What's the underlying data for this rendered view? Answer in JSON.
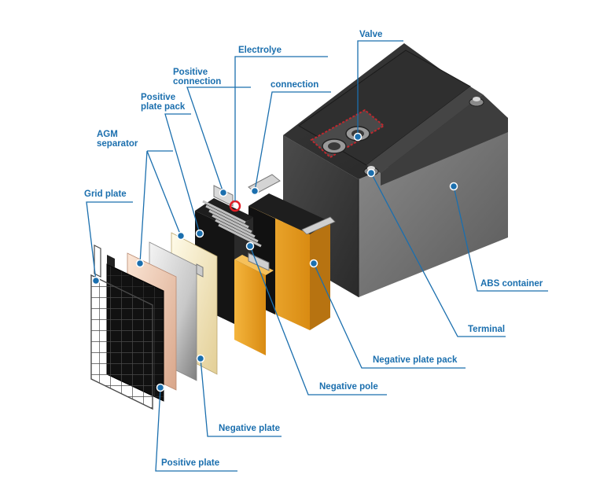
{
  "colors": {
    "accent": "#1b6fae",
    "container": "#3a3a3a",
    "plate_pack": "#e8a021",
    "valve_outline": "#c0272d"
  },
  "labels": {
    "valve": "Valve",
    "electrolye": "Electrolye",
    "positive_connection": "Positive\nconnection",
    "connection": "connection",
    "positive_plate_pack": "Positive\nplate pack",
    "agm_separator": "AGM\nseparator",
    "grid_plate": "Grid plate",
    "abs_container": "ABS container",
    "terminal": "Terminal",
    "negative_plate_pack": "Negative plate pack",
    "negative_pole": "Negative pole",
    "negative_plate": "Negative plate",
    "positive_plate": "Positive plate"
  }
}
